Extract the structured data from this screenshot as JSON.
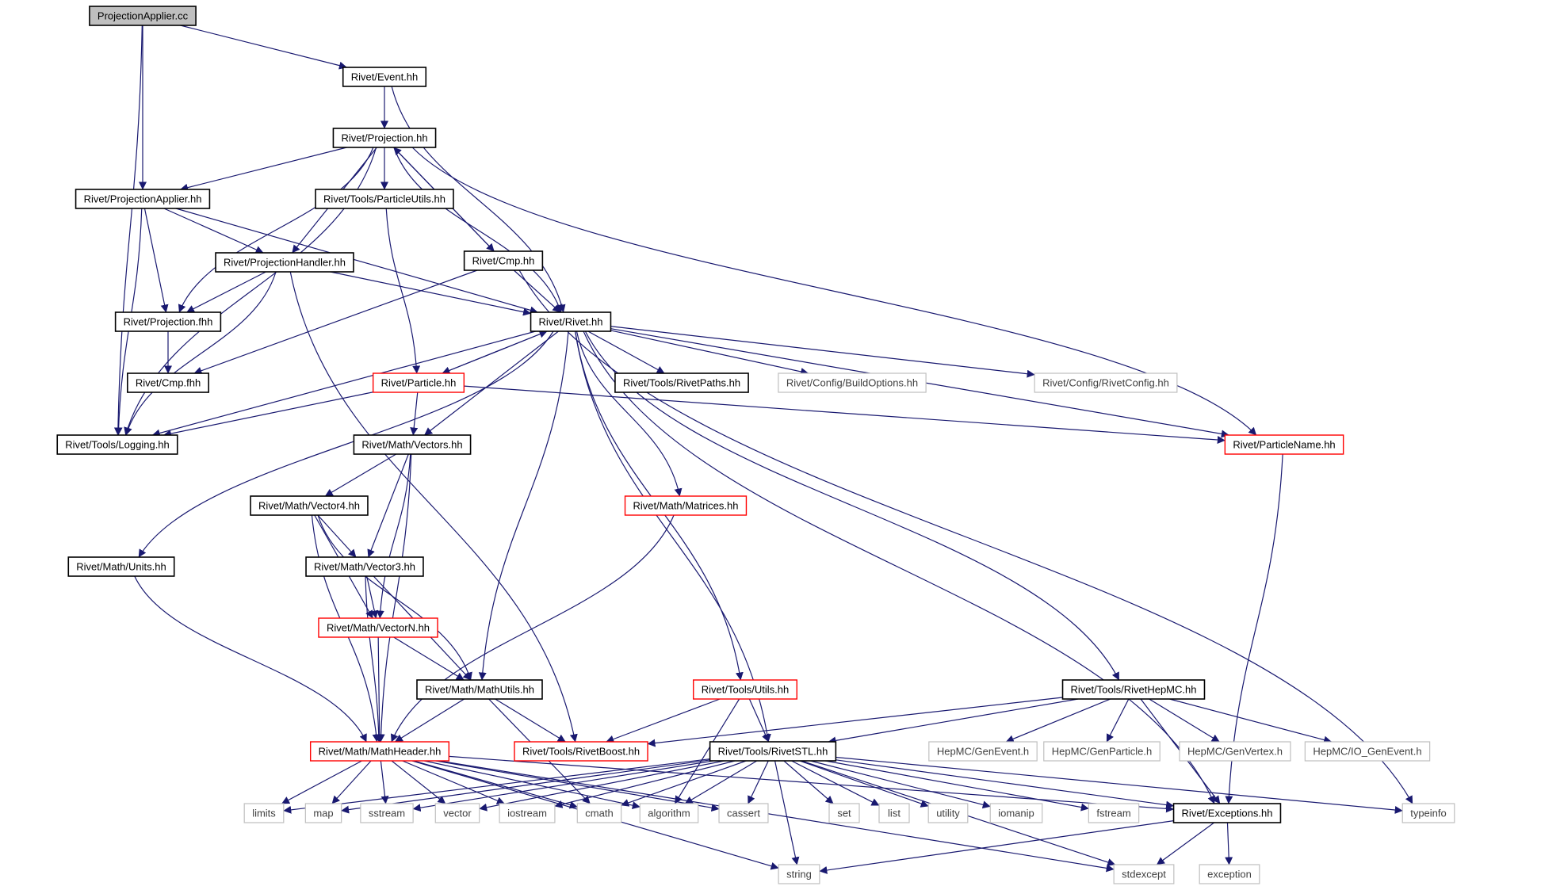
{
  "diagram": {
    "colors": {
      "edge": "#191970",
      "root_fill": "#bfbfbf",
      "node_stroke": "#000000",
      "doc_missing_stroke": "#ff0000",
      "external_stroke": "#bfbfbf",
      "external_text": "#404040",
      "text": "#000000"
    },
    "nodes": [
      {
        "id": "root",
        "label": "ProjectionApplier.cc",
        "kind": "root"
      },
      {
        "id": "event",
        "label": "Rivet/Event.hh",
        "kind": "normal"
      },
      {
        "id": "projection",
        "label": "Rivet/Projection.hh",
        "kind": "normal"
      },
      {
        "id": "projapplier",
        "label": "Rivet/ProjectionApplier.hh",
        "kind": "normal"
      },
      {
        "id": "particleutils",
        "label": "Rivet/Tools/ParticleUtils.hh",
        "kind": "normal"
      },
      {
        "id": "projhandler",
        "label": "Rivet/ProjectionHandler.hh",
        "kind": "normal"
      },
      {
        "id": "cmp",
        "label": "Rivet/Cmp.hh",
        "kind": "normal"
      },
      {
        "id": "projfhh",
        "label": "Rivet/Projection.fhh",
        "kind": "normal"
      },
      {
        "id": "rivet",
        "label": "Rivet/Rivet.hh",
        "kind": "normal"
      },
      {
        "id": "cmpfhh",
        "label": "Rivet/Cmp.fhh",
        "kind": "normal"
      },
      {
        "id": "particle",
        "label": "Rivet/Particle.hh",
        "kind": "red"
      },
      {
        "id": "rivetpaths",
        "label": "Rivet/Tools/RivetPaths.hh",
        "kind": "normal"
      },
      {
        "id": "buildoptions",
        "label": "Rivet/Config/BuildOptions.hh",
        "kind": "external"
      },
      {
        "id": "rivetconfig",
        "label": "Rivet/Config/RivetConfig.hh",
        "kind": "external"
      },
      {
        "id": "logging",
        "label": "Rivet/Tools/Logging.hh",
        "kind": "normal"
      },
      {
        "id": "vectors",
        "label": "Rivet/Math/Vectors.hh",
        "kind": "normal"
      },
      {
        "id": "particlename",
        "label": "Rivet/ParticleName.hh",
        "kind": "red"
      },
      {
        "id": "vector4",
        "label": "Rivet/Math/Vector4.hh",
        "kind": "normal"
      },
      {
        "id": "matrices",
        "label": "Rivet/Math/Matrices.hh",
        "kind": "red"
      },
      {
        "id": "units",
        "label": "Rivet/Math/Units.hh",
        "kind": "normal"
      },
      {
        "id": "vector3",
        "label": "Rivet/Math/Vector3.hh",
        "kind": "normal"
      },
      {
        "id": "vectorn",
        "label": "Rivet/Math/VectorN.hh",
        "kind": "red"
      },
      {
        "id": "mathutils",
        "label": "Rivet/Math/MathUtils.hh",
        "kind": "normal"
      },
      {
        "id": "utils",
        "label": "Rivet/Tools/Utils.hh",
        "kind": "red"
      },
      {
        "id": "rivethepmc",
        "label": "Rivet/Tools/RivetHepMC.hh",
        "kind": "normal"
      },
      {
        "id": "mathheader",
        "label": "Rivet/Math/MathHeader.hh",
        "kind": "red"
      },
      {
        "id": "rivetboost",
        "label": "Rivet/Tools/RivetBoost.hh",
        "kind": "red"
      },
      {
        "id": "rivetstl",
        "label": "Rivet/Tools/RivetSTL.hh",
        "kind": "normal"
      },
      {
        "id": "genevent",
        "label": "HepMC/GenEvent.h",
        "kind": "external"
      },
      {
        "id": "genparticle",
        "label": "HepMC/GenParticle.h",
        "kind": "external"
      },
      {
        "id": "genvertex",
        "label": "HepMC/GenVertex.h",
        "kind": "external"
      },
      {
        "id": "iogenevent",
        "label": "HepMC/IO_GenEvent.h",
        "kind": "external"
      },
      {
        "id": "limits",
        "label": "limits",
        "kind": "external"
      },
      {
        "id": "map",
        "label": "map",
        "kind": "external"
      },
      {
        "id": "sstream",
        "label": "sstream",
        "kind": "external"
      },
      {
        "id": "vector",
        "label": "vector",
        "kind": "external"
      },
      {
        "id": "iostream",
        "label": "iostream",
        "kind": "external"
      },
      {
        "id": "cmath",
        "label": "cmath",
        "kind": "external"
      },
      {
        "id": "algorithm",
        "label": "algorithm",
        "kind": "external"
      },
      {
        "id": "cassert",
        "label": "cassert",
        "kind": "external"
      },
      {
        "id": "set",
        "label": "set",
        "kind": "external"
      },
      {
        "id": "list",
        "label": "list",
        "kind": "external"
      },
      {
        "id": "utility",
        "label": "utility",
        "kind": "external"
      },
      {
        "id": "iomanip",
        "label": "iomanip",
        "kind": "external"
      },
      {
        "id": "fstream",
        "label": "fstream",
        "kind": "external"
      },
      {
        "id": "exceptions",
        "label": "Rivet/Exceptions.hh",
        "kind": "normal"
      },
      {
        "id": "typeinfo",
        "label": "typeinfo",
        "kind": "external"
      },
      {
        "id": "string",
        "label": "string",
        "kind": "external"
      },
      {
        "id": "stdexcept",
        "label": "stdexcept",
        "kind": "external"
      },
      {
        "id": "exception",
        "label": "exception",
        "kind": "external"
      }
    ],
    "edges": [
      [
        "root",
        "event"
      ],
      [
        "root",
        "projapplier"
      ],
      [
        "root",
        "logging"
      ],
      [
        "event",
        "projection"
      ],
      [
        "event",
        "rivet"
      ],
      [
        "projection",
        "projapplier"
      ],
      [
        "projection",
        "particleutils"
      ],
      [
        "projection",
        "projhandler"
      ],
      [
        "projection",
        "cmp"
      ],
      [
        "projection",
        "projfhh"
      ],
      [
        "projection",
        "rivet"
      ],
      [
        "projection",
        "logging"
      ],
      [
        "projection",
        "particlename"
      ],
      [
        "projapplier",
        "projhandler"
      ],
      [
        "projapplier",
        "projfhh"
      ],
      [
        "projapplier",
        "rivet"
      ],
      [
        "projapplier",
        "logging"
      ],
      [
        "particleutils",
        "particle"
      ],
      [
        "projhandler",
        "projfhh"
      ],
      [
        "projhandler",
        "rivet"
      ],
      [
        "projhandler",
        "logging"
      ],
      [
        "projhandler",
        "rivetboost"
      ],
      [
        "cmp",
        "projection"
      ],
      [
        "cmp",
        "rivet"
      ],
      [
        "cmp",
        "cmpfhh"
      ],
      [
        "cmp",
        "typeinfo"
      ],
      [
        "projfhh",
        "cmpfhh"
      ],
      [
        "rivet",
        "particle"
      ],
      [
        "rivet",
        "rivetpaths"
      ],
      [
        "rivet",
        "buildoptions"
      ],
      [
        "rivet",
        "rivetconfig"
      ],
      [
        "rivet",
        "logging"
      ],
      [
        "rivet",
        "vectors"
      ],
      [
        "rivet",
        "particlename"
      ],
      [
        "rivet",
        "matrices"
      ],
      [
        "rivet",
        "units"
      ],
      [
        "rivet",
        "mathutils"
      ],
      [
        "rivet",
        "utils"
      ],
      [
        "rivet",
        "rivethepmc"
      ],
      [
        "rivet",
        "rivetstl"
      ],
      [
        "rivet",
        "exceptions"
      ],
      [
        "particle",
        "rivet"
      ],
      [
        "particle",
        "logging"
      ],
      [
        "particle",
        "vectors"
      ],
      [
        "particle",
        "particlename"
      ],
      [
        "vectors",
        "vector4"
      ],
      [
        "vectors",
        "vector3"
      ],
      [
        "vectors",
        "vectorn"
      ],
      [
        "vectors",
        "mathheader"
      ],
      [
        "particlename",
        "exceptions"
      ],
      [
        "vector4",
        "vector3"
      ],
      [
        "vector4",
        "vectorn"
      ],
      [
        "vector4",
        "mathutils"
      ],
      [
        "vector4",
        "mathheader"
      ],
      [
        "matrices",
        "mathheader"
      ],
      [
        "units",
        "mathheader"
      ],
      [
        "vector3",
        "vectorn"
      ],
      [
        "vector3",
        "mathutils"
      ],
      [
        "vector3",
        "mathheader"
      ],
      [
        "vectorn",
        "mathutils"
      ],
      [
        "vectorn",
        "mathheader"
      ],
      [
        "mathutils",
        "mathheader"
      ],
      [
        "mathutils",
        "rivetboost"
      ],
      [
        "mathutils",
        "cmath"
      ],
      [
        "utils",
        "rivetboost"
      ],
      [
        "utils",
        "rivetstl"
      ],
      [
        "utils",
        "algorithm"
      ],
      [
        "rivethepmc",
        "rivetboost"
      ],
      [
        "rivethepmc",
        "rivetstl"
      ],
      [
        "rivethepmc",
        "genevent"
      ],
      [
        "rivethepmc",
        "genparticle"
      ],
      [
        "rivethepmc",
        "genvertex"
      ],
      [
        "rivethepmc",
        "iogenevent"
      ],
      [
        "rivethepmc",
        "exceptions"
      ],
      [
        "mathheader",
        "limits"
      ],
      [
        "mathheader",
        "map"
      ],
      [
        "mathheader",
        "sstream"
      ],
      [
        "mathheader",
        "vector"
      ],
      [
        "mathheader",
        "iostream"
      ],
      [
        "mathheader",
        "cmath"
      ],
      [
        "mathheader",
        "algorithm"
      ],
      [
        "mathheader",
        "cassert"
      ],
      [
        "mathheader",
        "exceptions"
      ],
      [
        "mathheader",
        "string"
      ],
      [
        "mathheader",
        "stdexcept"
      ],
      [
        "rivetstl",
        "limits"
      ],
      [
        "rivetstl",
        "map"
      ],
      [
        "rivetstl",
        "sstream"
      ],
      [
        "rivetstl",
        "vector"
      ],
      [
        "rivetstl",
        "iostream"
      ],
      [
        "rivetstl",
        "cmath"
      ],
      [
        "rivetstl",
        "algorithm"
      ],
      [
        "rivetstl",
        "cassert"
      ],
      [
        "rivetstl",
        "set"
      ],
      [
        "rivetstl",
        "list"
      ],
      [
        "rivetstl",
        "utility"
      ],
      [
        "rivetstl",
        "iomanip"
      ],
      [
        "rivetstl",
        "fstream"
      ],
      [
        "rivetstl",
        "exceptions"
      ],
      [
        "rivetstl",
        "typeinfo"
      ],
      [
        "rivetstl",
        "string"
      ],
      [
        "rivetstl",
        "stdexcept"
      ],
      [
        "exceptions",
        "string"
      ],
      [
        "exceptions",
        "stdexcept"
      ],
      [
        "exceptions",
        "exception"
      ]
    ]
  }
}
